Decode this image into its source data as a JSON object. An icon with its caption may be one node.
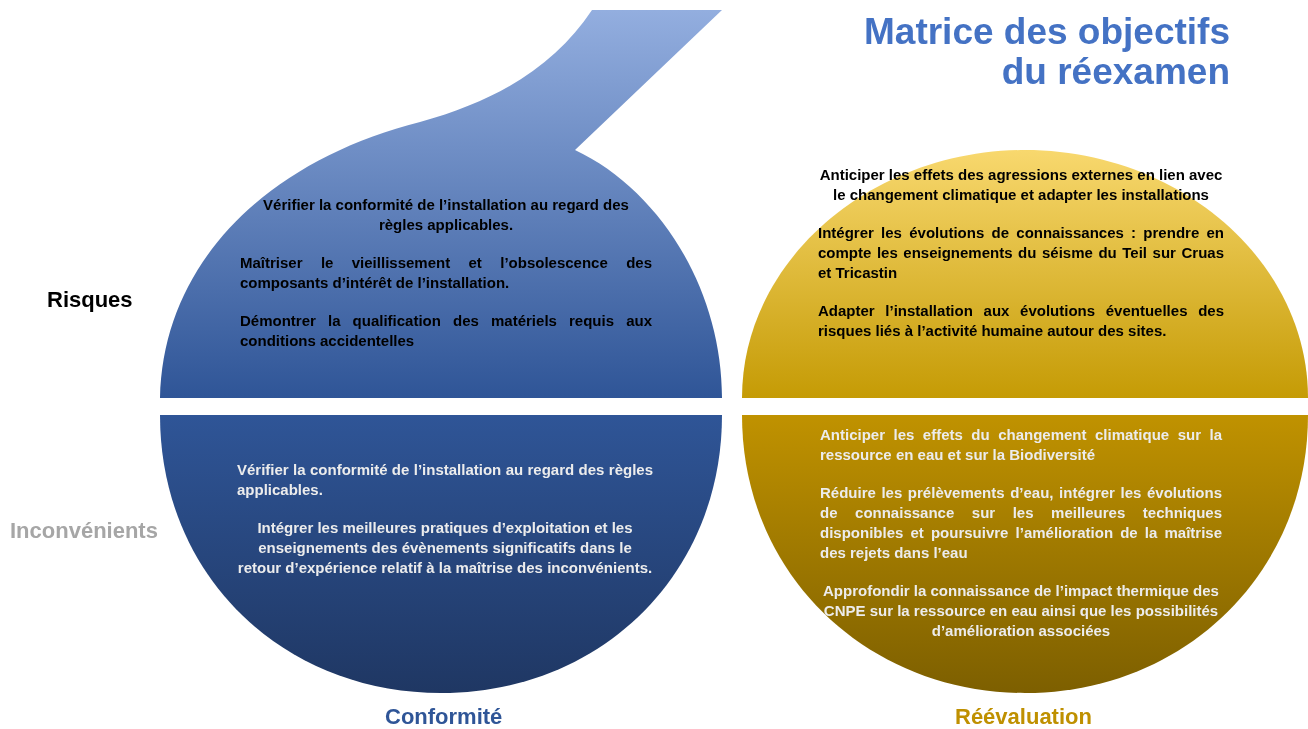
{
  "diagram": {
    "title": "Matrice des objectifs du réexamen",
    "nodes": [
      {
        "text": [
          "Vérifier la conformité de l’installation au regard des règles applicables.",
          "Maîtriser le vieillissement et l’obsolescence des composants d’intérêt de l’installation.",
          "Démontrer la qualification des matériels requis aux conditions accidentelles"
        ]
      },
      {
        "text": [
          "Anticiper les effets des agressions externes en lien avec le changement climatique et adapter les installations",
          "Intégrer les évolutions de connaissances : prendre en compte les enseignements du séisme du Teil sur Cruas et Tricastin",
          "Adapter l’installation aux évolutions éventuelles des risques liés à l’activité humaine autour des sites."
        ]
      },
      {
        "text": [
          "Vérifier la conformité de l’installation au regard des règles applicables.",
          "Intégrer les meilleures pratiques d’exploitation et les enseignements des évènements significatifs dans le retour d’expérience relatif à la maîtrise des inconvénients."
        ]
      },
      {
        "text": [
          "Anticiper les effets du changement climatique sur la ressource en eau et sur la Biodiversité",
          "Réduire les prélèvements d’eau, intégrer les évolutions de connaissance sur les meilleures techniques disponibles et poursuivre l’amélioration de la maîtrise des rejets dans l’eau",
          "Approfondir la connaissance de l’impact thermique des CNPE sur la ressource en eau ainsi que les possibilités d’amélioration associées"
        ]
      }
    ],
    "edges": [],
    "labels": [
      "Risques",
      "Inconvénients",
      "Conformité",
      "Réévaluation"
    ]
  }
}
